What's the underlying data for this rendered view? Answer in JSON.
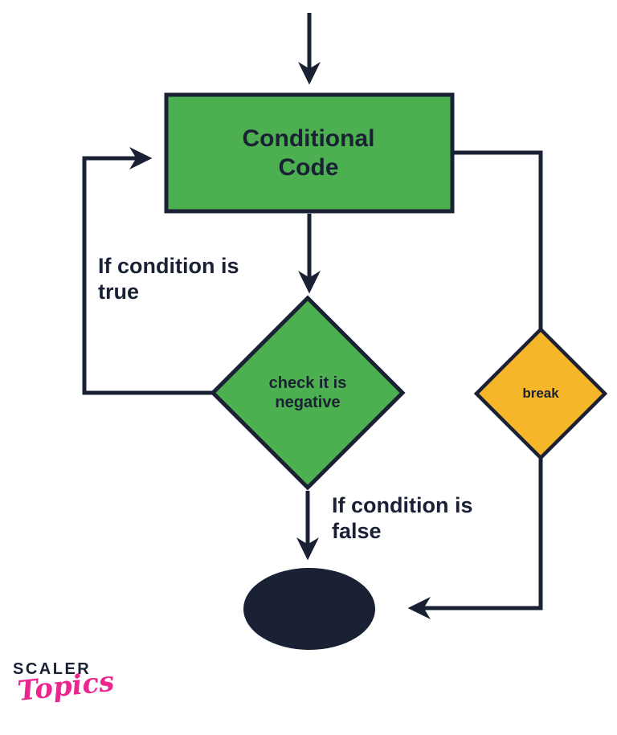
{
  "colors": {
    "node_green": "#4caf50",
    "node_yellow": "#f6b62a",
    "ink_navy": "#1a2134",
    "brand_pink": "#ec268f",
    "background": "#ffffff"
  },
  "nodes": {
    "conditional_code": {
      "label": "Conditional Code",
      "shape": "rectangle"
    },
    "check_negative": {
      "label": "check it is negative",
      "shape": "diamond"
    },
    "break_node": {
      "label": "break",
      "shape": "diamond"
    },
    "end_node": {
      "shape": "ellipse"
    }
  },
  "edge_labels": {
    "if_true": "If condition is true",
    "if_false": "If condition is false"
  },
  "branding": {
    "scaler": "SCALER",
    "topics": "Topics"
  }
}
